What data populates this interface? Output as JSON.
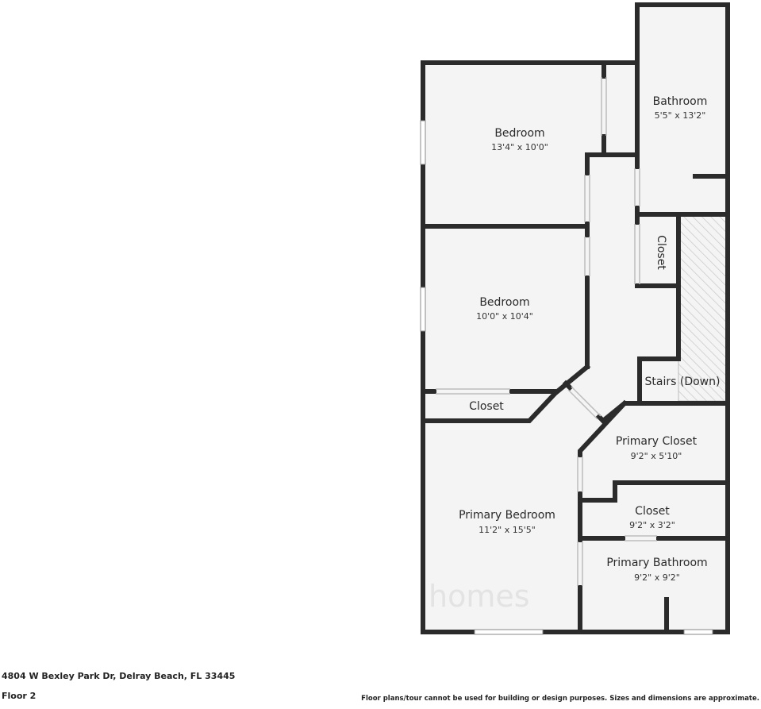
{
  "rooms": {
    "bedroom_1": {
      "name": "Bedroom",
      "dims": "13'4\" x 10'0\""
    },
    "bathroom": {
      "name": "Bathroom",
      "dims": "5'5\" x 13'2\""
    },
    "closet_hall": {
      "name": "Closet"
    },
    "bedroom_2": {
      "name": "Bedroom",
      "dims": "10'0\" x 10'4\""
    },
    "stairs": {
      "name": "Stairs (Down)"
    },
    "closet_bedroom": {
      "name": "Closet"
    },
    "primary_closet": {
      "name": "Primary Closet",
      "dims": "9'2\" x 5'10\""
    },
    "closet_small": {
      "name": "Closet",
      "dims": "9'2\" x 3'2\""
    },
    "primary_bedroom": {
      "name": "Primary Bedroom",
      "dims": "11'2\" x 15'5\""
    },
    "primary_bathroom": {
      "name": "Primary Bathroom",
      "dims": "9'2\" x 9'2\""
    }
  },
  "watermark": "homes",
  "footer": {
    "address": "4804 W Bexley Park Dr, Delray Beach, FL 33445",
    "floor": "Floor 2",
    "disclaimer": "Floor plans/tour cannot be used for building or design purposes. Sizes and dimensions are approximate."
  },
  "colors": {
    "wall": "#2b2b2b",
    "floor": "#f4f4f4",
    "stairs_hatch": "#c9c9c9"
  }
}
